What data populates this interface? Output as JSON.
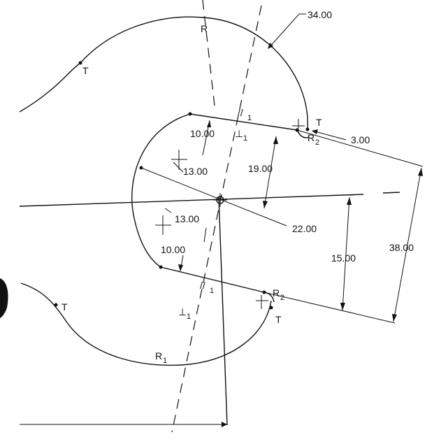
{
  "dimensions": {
    "d_34": "34.00",
    "d_3": "3.00",
    "d_10_top": "10.00",
    "d_13_top": "13.00",
    "d_19": "19.00",
    "d_13_bottom": "13.00",
    "d_22": "22.00",
    "d_10_bottom": "10.00",
    "d_15": "15.00",
    "d_38": "38.00"
  },
  "constraints": {
    "tangent_top_left": "T",
    "tangent_top_right": "T",
    "tangent_bottom_left": "T",
    "tangent_bottom_right": "T",
    "radius_top": "R",
    "radius_r2_top": "R",
    "radius_r2_top_sub": "2",
    "radius_r2_bottom": "R",
    "radius_r2_bottom_sub": "2",
    "radius_r1": "R",
    "radius_r1_sub": "1",
    "perp_top": "⊥",
    "perp_top_sub": "1",
    "perp_bottom": "⊥",
    "perp_bottom_sub": "1",
    "parallel_top": "//",
    "parallel_top_sub": "1",
    "parallel_bottom": "//",
    "parallel_bottom_sub": "1"
  }
}
